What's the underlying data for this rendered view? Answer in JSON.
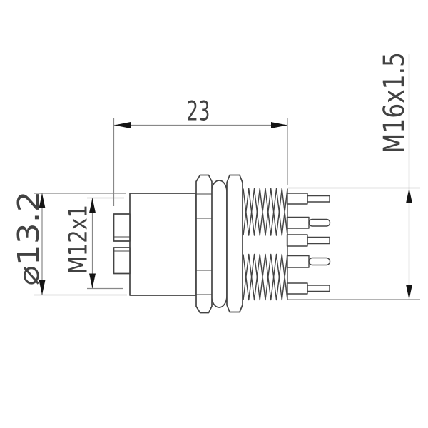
{
  "labels": {
    "width": "23",
    "mount_thread": "M16x1.5",
    "body_diameter": "⌀13.2",
    "coupling_thread": "M12x1"
  },
  "colors": {
    "background": "#ffffff",
    "outline": "#444444",
    "dim_line": "#888888",
    "arrow": "#141414",
    "text": "#424242"
  },
  "pins": {
    "count": 5
  }
}
